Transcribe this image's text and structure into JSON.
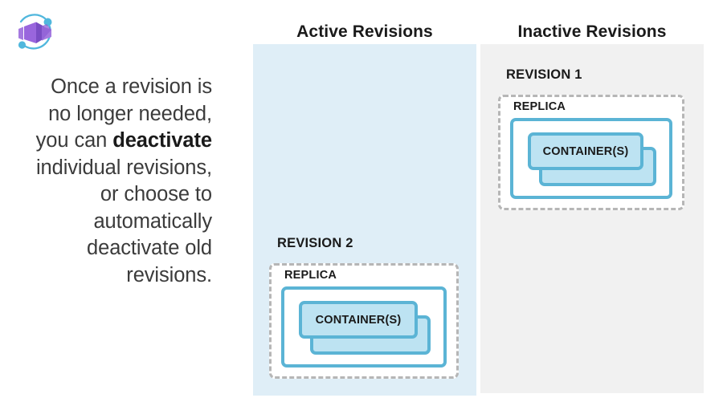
{
  "brand": {
    "icon": "azure-container-apps-icon",
    "colors": {
      "cube_primary": "#8f5fd6",
      "cube_light": "#a57ae0",
      "cube_dark": "#7a4dc4",
      "orbit": "#50b7dd"
    }
  },
  "description": {
    "line1": "Once a revision is",
    "line2": "no longer needed,",
    "line3_pre": "you can ",
    "line3_emph": "deactivate",
    "line4": "individual revisions,",
    "line5": "or choose to",
    "line6": "automatically",
    "line7": "deactivate old",
    "line8": "revisions."
  },
  "columns": {
    "active": {
      "heading": "Active Revisions",
      "background_color": "#dfeef7"
    },
    "inactive": {
      "heading": "Inactive Revisions",
      "background_color": "#f1f1f1"
    }
  },
  "revisions": [
    {
      "id": "revision-1",
      "label": "REVISION 1",
      "column": "inactive",
      "replica_label": "REPLICA",
      "container_label": "CONTAINER(S)"
    },
    {
      "id": "revision-2",
      "label": "REVISION 2",
      "column": "active",
      "replica_label": "REPLICA",
      "container_label": "CONTAINER(S)"
    }
  ],
  "palette": {
    "teal_border": "#5bb4d5",
    "container_fill": "#bde3f2",
    "dashed_border": "#b6b6b6",
    "text": "#1a1a1a",
    "body_text": "#3b3b3b"
  }
}
